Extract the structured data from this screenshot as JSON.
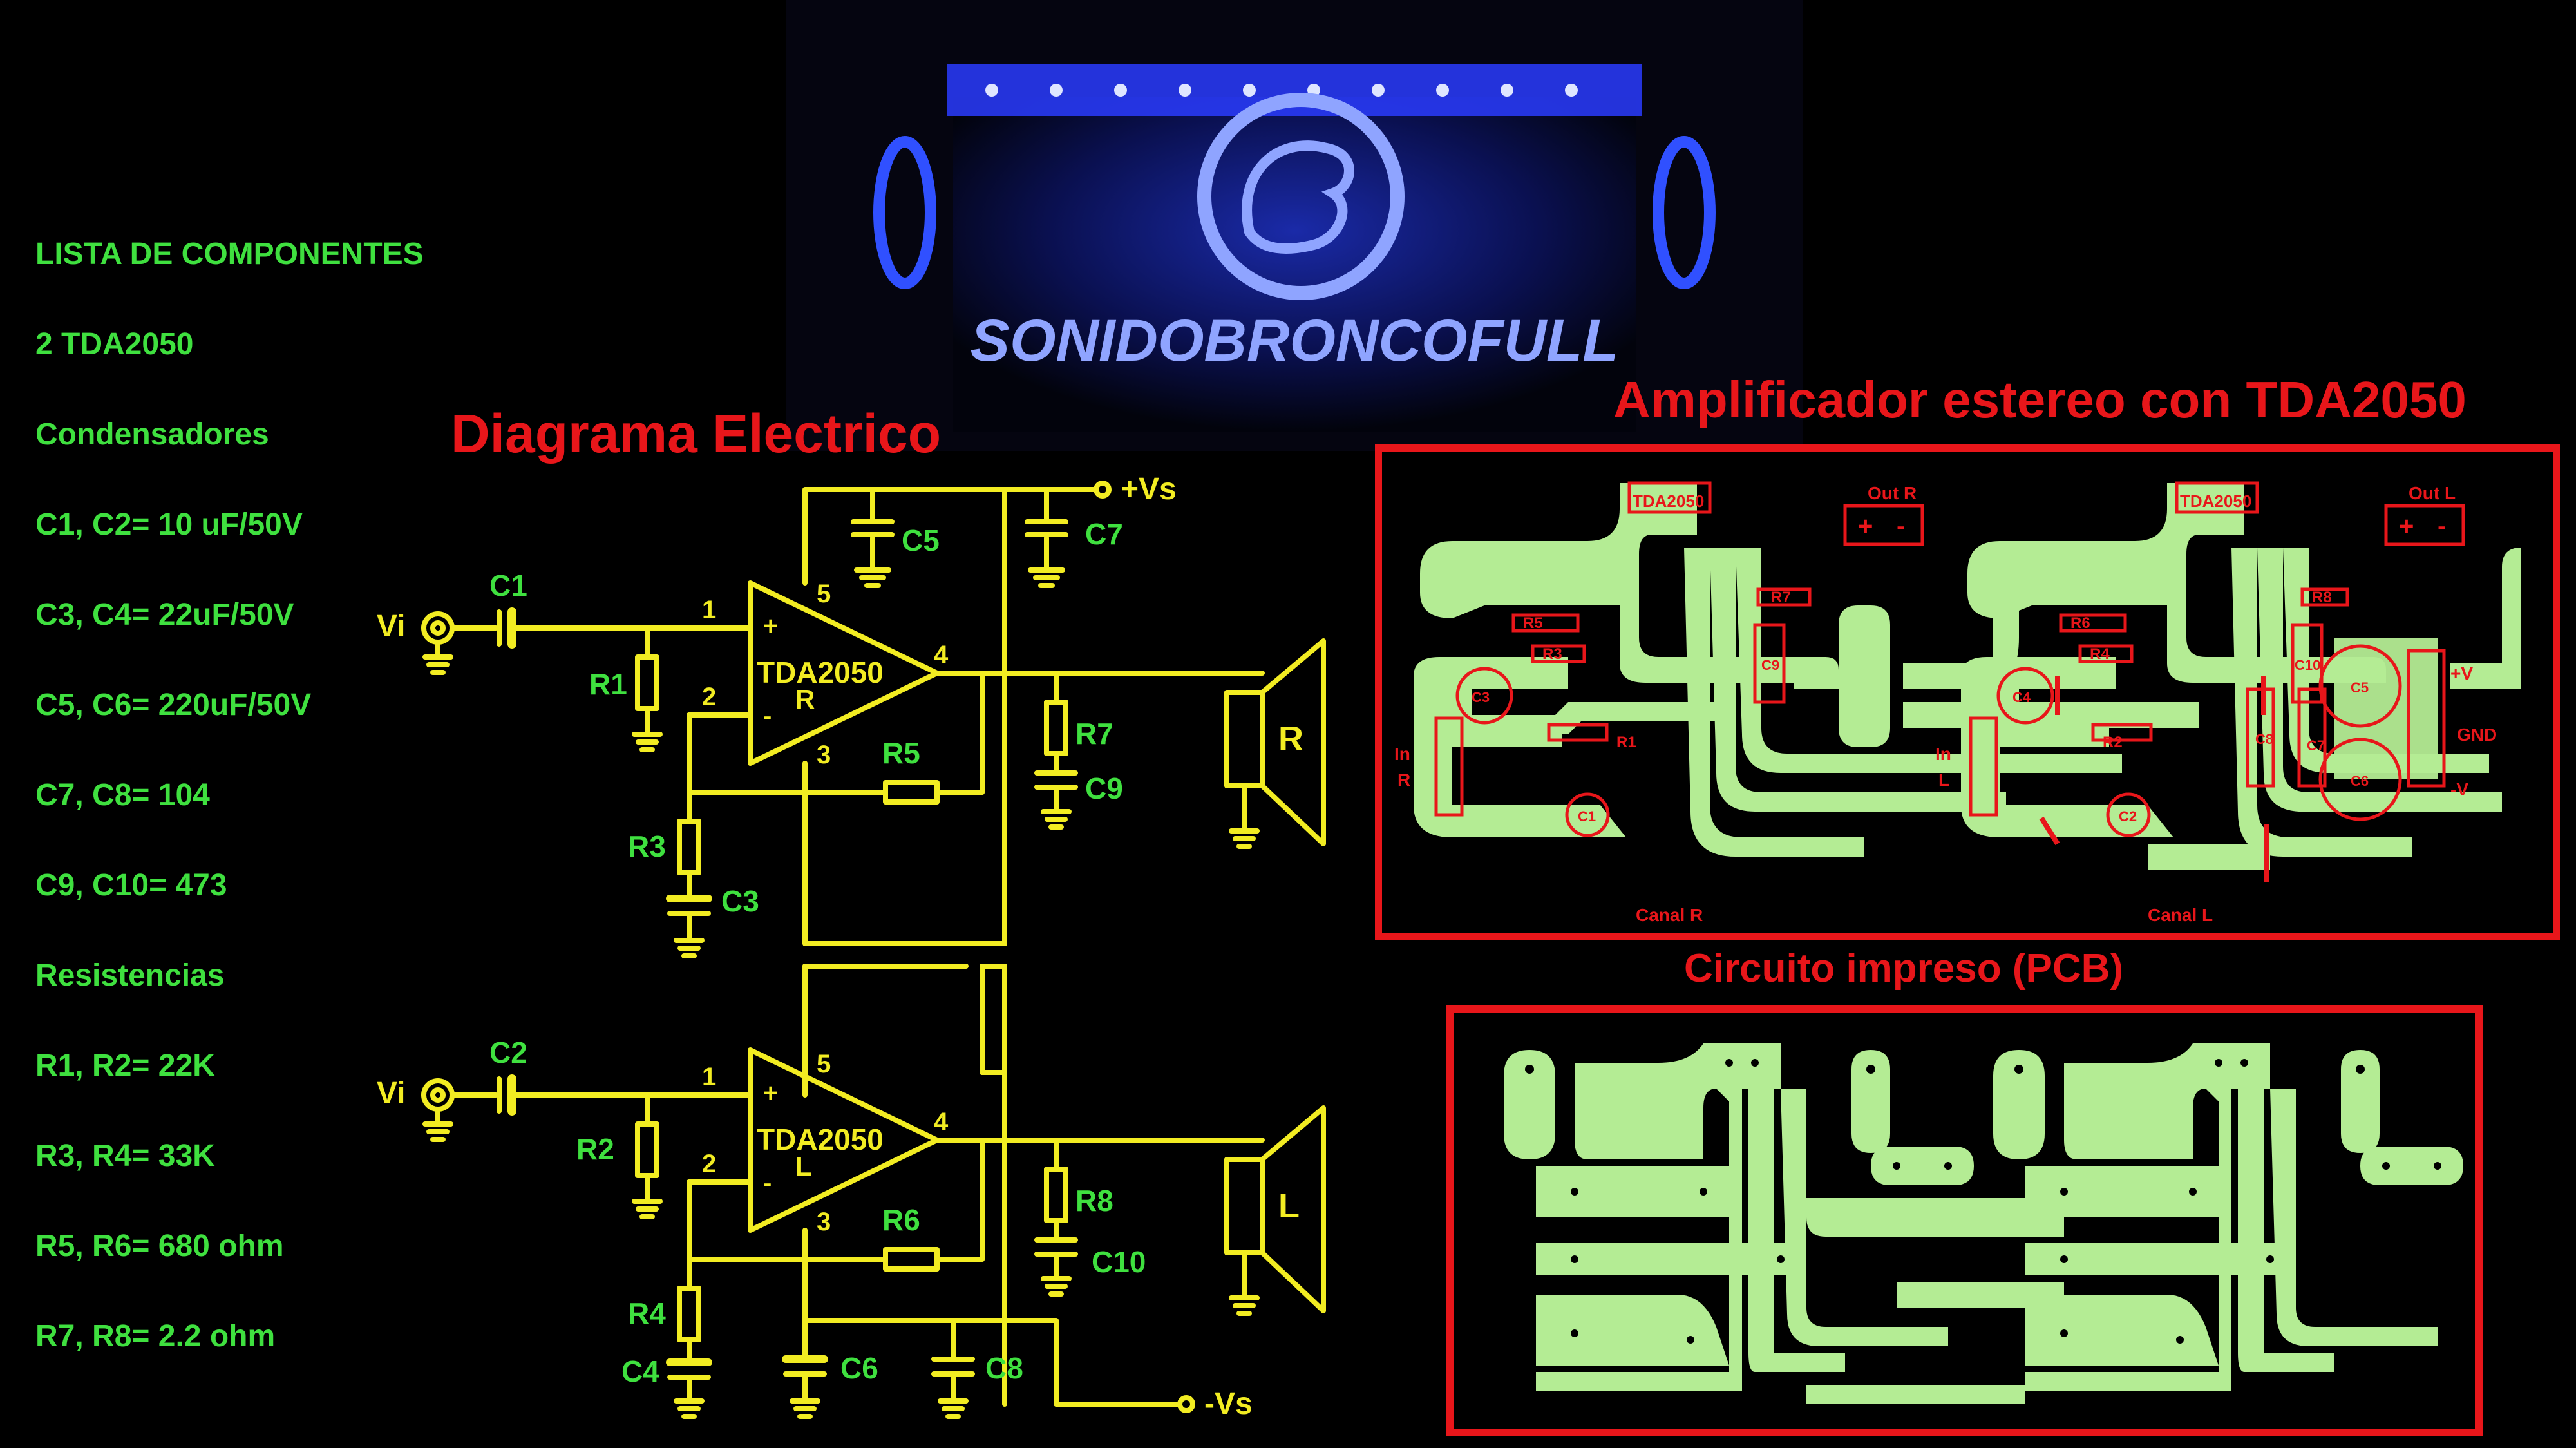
{
  "components": {
    "heading": "LISTA DE COMPONENTES",
    "items": [
      "2 TDA2050",
      "Condensadores",
      "C1, C2= 10 uF/50V",
      "C3, C4= 22uF/50V",
      "C5, C6= 220uF/50V",
      "C7, C8= 104",
      "C9, C10= 473",
      "Resistencias",
      "R1, R2= 22K",
      "R3, R4= 33K",
      "R5, R6= 680 ohm",
      "R7, R8= 2.2 ohm"
    ]
  },
  "brand": "SONIDOBRONCOFULL",
  "titles": {
    "diagram": "Diagrama Electrico",
    "amplifier": "Amplificador estereo con TDA2050",
    "pcb": "Circuito impreso (PCB)"
  },
  "schematic": {
    "ic": "TDA2050",
    "channel_r": "R",
    "channel_l": "L",
    "input": "Vi",
    "vs_pos": "+Vs",
    "vs_neg": "-Vs",
    "pins": [
      "1",
      "2",
      "3",
      "4",
      "5"
    ],
    "plus": "+",
    "minus": "-",
    "labels": {
      "c1": "C1",
      "c2": "C2",
      "c3": "C3",
      "c4": "C4",
      "c5": "C5",
      "c6": "C6",
      "c7": "C7",
      "c8": "C8",
      "c9": "C9",
      "c10": "C10",
      "r1": "R1",
      "r2": "R2",
      "r3": "R3",
      "r4": "R4",
      "r5": "R5",
      "r6": "R6",
      "r7": "R7",
      "r8": "R8"
    }
  },
  "pcb_labels": {
    "ic": "TDA2050",
    "out_r": "Out R",
    "out_l": "Out L",
    "in": "In",
    "r": "R",
    "l": "L",
    "canal_r": "Canal R",
    "canal_l": "Canal L",
    "gnd": "GND",
    "pos_v": "+V",
    "neg_v": "-V",
    "plus": "+",
    "minus": "-",
    "r1": "R1",
    "r2": "R2",
    "r3": "R3",
    "r4": "R4",
    "r5": "R5",
    "r6": "R6",
    "r7": "R7",
    "r8": "R8",
    "c1": "C1",
    "c2": "C2",
    "c3": "C3",
    "c4": "C4",
    "c5": "C5",
    "c6": "C6",
    "c7": "C7",
    "c8": "C8",
    "c9": "C9",
    "c10": "C10"
  },
  "colors": {
    "background": "#000000",
    "list_text": "#3fe03f",
    "title": "#e8161a",
    "schematic": "#f2ec22",
    "pcb_copper": "#b4ec94",
    "logo_glow": "#2a3cff"
  }
}
